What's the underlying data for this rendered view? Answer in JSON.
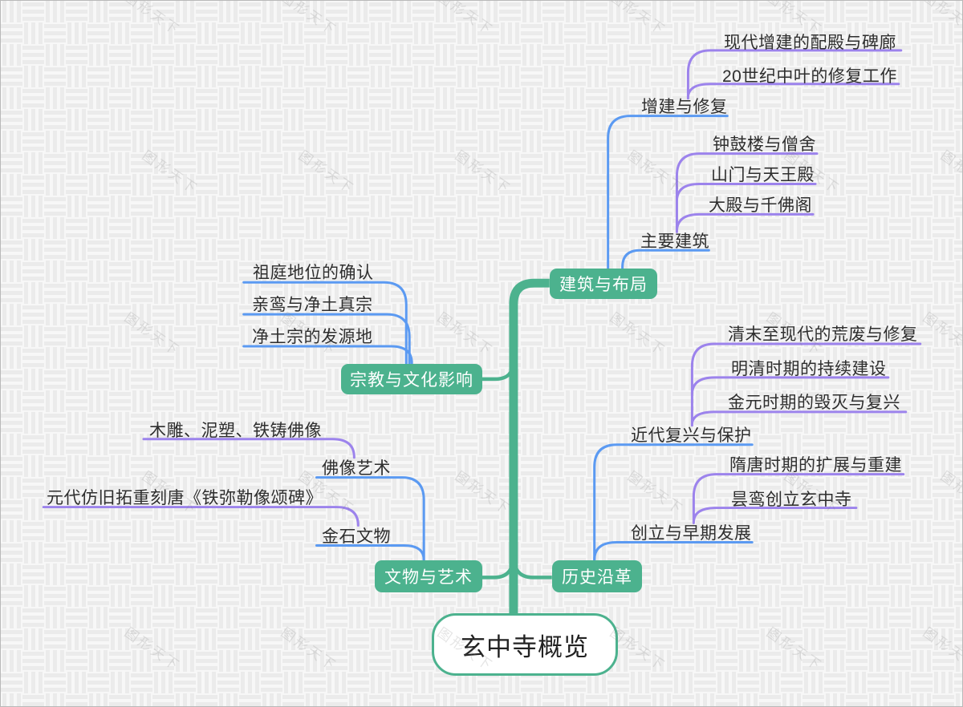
{
  "watermark": "图形天下",
  "colors": {
    "topic_fill": "#4cb28e",
    "trunk": "#4cb28e",
    "line_blue": "#5b9af2",
    "line_purple": "#9c83ec",
    "root_border": "#4cb28e",
    "text": "#2e2e2e"
  },
  "root": {
    "label": "玄中寺概览"
  },
  "branches": [
    {
      "label": "建筑与布局",
      "children": [
        {
          "label": "增建与修复",
          "children": [
            {
              "label": "现代增建的配殿与碑廊"
            },
            {
              "label": "20世纪中叶的修复工作"
            }
          ]
        },
        {
          "label": "主要建筑",
          "children": [
            {
              "label": "钟鼓楼与僧舍"
            },
            {
              "label": "山门与天王殿"
            },
            {
              "label": "大殿与千佛阁"
            }
          ]
        }
      ]
    },
    {
      "label": "宗教与文化影响",
      "children": [
        {
          "label": "祖庭地位的确认"
        },
        {
          "label": "亲鸾与净土真宗"
        },
        {
          "label": "净土宗的发源地"
        }
      ]
    },
    {
      "label": "文物与艺术",
      "children": [
        {
          "label": "佛像艺术",
          "children": [
            {
              "label": "木雕、泥塑、铁铸佛像"
            }
          ]
        },
        {
          "label": "金石文物",
          "children": [
            {
              "label": "元代仿旧拓重刻唐《铁弥勒像颂碑》"
            }
          ]
        }
      ]
    },
    {
      "label": "历史沿革",
      "children": [
        {
          "label": "近代复兴与保护",
          "children": [
            {
              "label": "清末至现代的荒废与修复"
            },
            {
              "label": "明清时期的持续建设"
            },
            {
              "label": "金元时期的毁灭与复兴"
            }
          ]
        },
        {
          "label": "创立与早期发展",
          "children": [
            {
              "label": "隋唐时期的扩展与重建"
            },
            {
              "label": "昙鸾创立玄中寺"
            }
          ]
        }
      ]
    }
  ]
}
